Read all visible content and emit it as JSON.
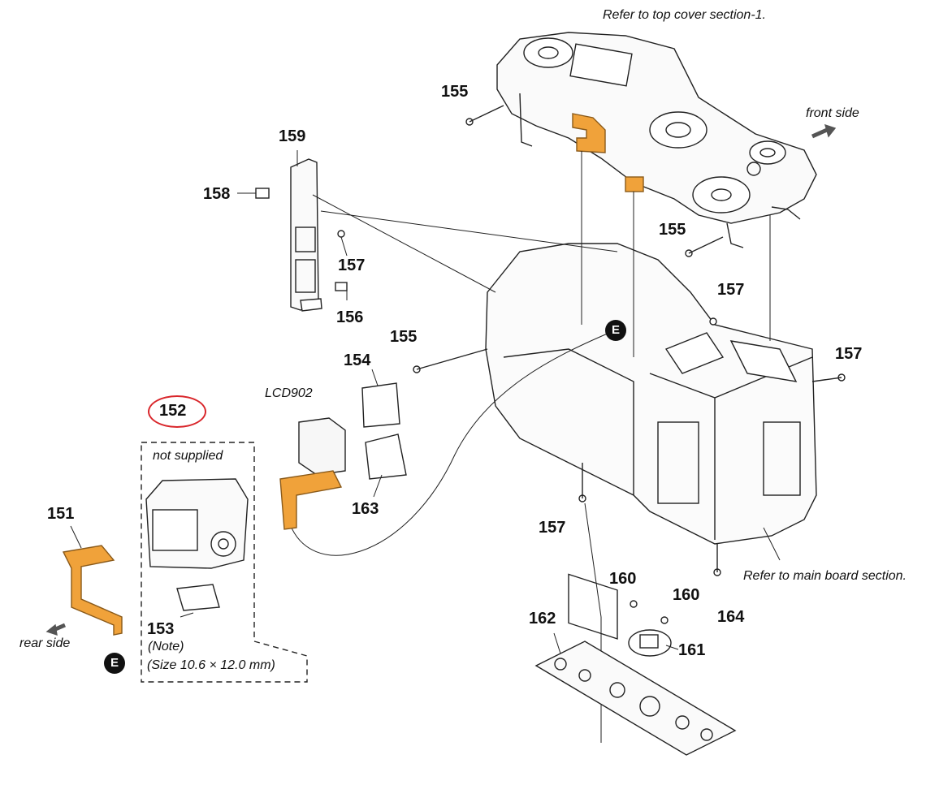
{
  "notes": {
    "top_cover": "Refer to top cover section-1.",
    "front_side": "front side",
    "rear_side": "rear side",
    "main_board": "Refer to main board section.",
    "lcd": "LCD902",
    "not_supplied": "not supplied",
    "note": "(Note)",
    "size": "(Size 10.6 × 12.0 mm)"
  },
  "connector_marker": "E",
  "highlight_color": "#d9262b",
  "flex_color": "#f0a23a",
  "parts": {
    "p151": "151",
    "p152": "152",
    "p153": "153",
    "p154": "154",
    "p155a": "155",
    "p155b": "155",
    "p155c": "155",
    "p156": "156",
    "p157a": "157",
    "p157b": "157",
    "p157c": "157",
    "p157d": "157",
    "p158": "158",
    "p159": "159",
    "p160a": "160",
    "p160b": "160",
    "p161": "161",
    "p162": "162",
    "p163": "163",
    "p164": "164"
  }
}
